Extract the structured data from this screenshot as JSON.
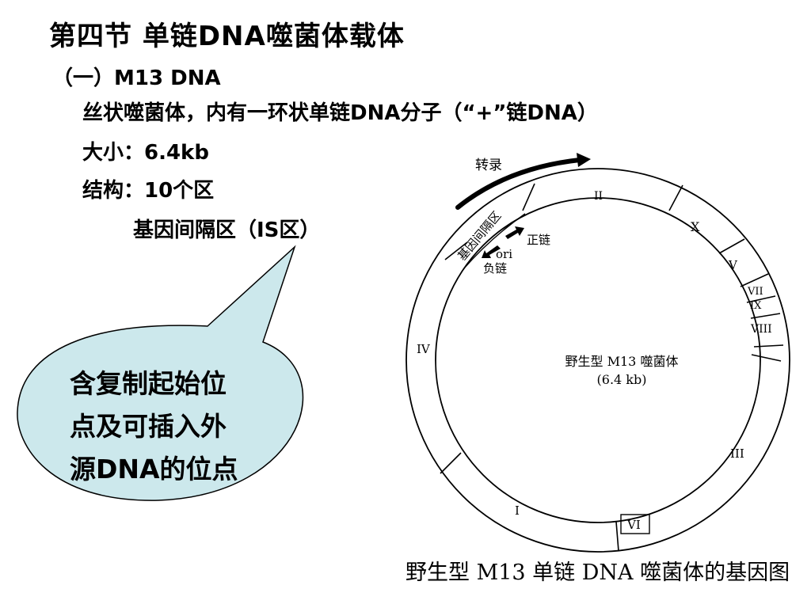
{
  "slide": {
    "title": "第四节 单链DNA噬菌体载体",
    "subtitle": "（一）M13 DNA",
    "lines": [
      "丝状噬菌体，内有一环状单链DNA分子（“+”链DNA）",
      "大小：6.4kb",
      "结构：10个区",
      "基因间隔区（IS区）"
    ]
  },
  "callout": {
    "lines": [
      "含复制起始位",
      "点及可插入外",
      "源DNA的位点"
    ],
    "fill_color": "#cce8ec"
  },
  "diagram": {
    "transcription_label": "转录",
    "ig_label": "基因间隔区",
    "ori_label": "ori",
    "plus_strand_label": "正链",
    "minus_strand_label": "负链",
    "center_label_1": "野生型 M13 噬菌体",
    "center_label_2": "(6.4 kb)",
    "gene_labels": {
      "II": "II",
      "X": "X",
      "V": "V",
      "VII": "VII",
      "IX": "IX",
      "VIII": "VIII",
      "III": "III",
      "VI": "VI",
      "I": "I",
      "IV": "IV"
    },
    "caption": "野生型 M13 单链 DNA 噬菌体的基因图"
  }
}
